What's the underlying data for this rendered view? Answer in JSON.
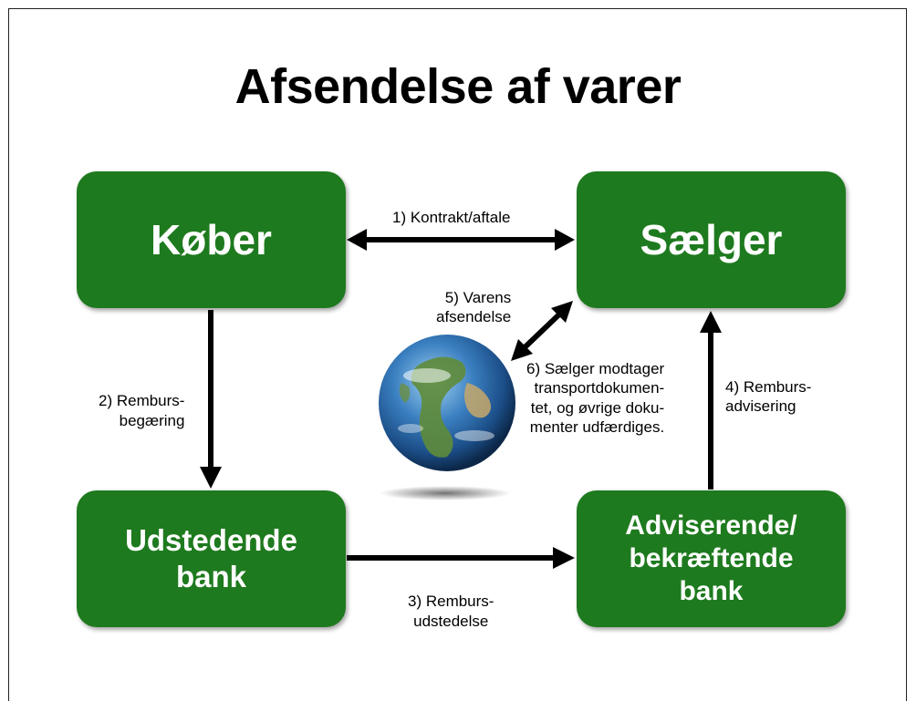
{
  "title": "Afsendelse af varer",
  "nodes": {
    "buyer": "Køber",
    "seller": "Sælger",
    "issuing_bank": "Udstedende\nbank",
    "advising_bank": "Adviserende/\nbekræftende\nbank"
  },
  "steps": {
    "s1": "1) Kontrakt/aftale",
    "s2": "2) Rembursbegæring",
    "s2_line1": "2) Rembursbegæring",
    "s3": "3) Rembursudstedelse",
    "s4": "4) Remburs-\nadvisering",
    "s5": "5) Varens\nafsendelse",
    "s6": "6) Sælger modtager\ntransportdokumen-\ntet, og øvrige doku-\nmenter udfærdiges."
  },
  "labels": {
    "s2_a": "2) Rembursbegæring",
    "s3_a": "3) Rembursudstedelse"
  },
  "colors": {
    "box": "#1e7a1e",
    "arrow": "#000000"
  }
}
